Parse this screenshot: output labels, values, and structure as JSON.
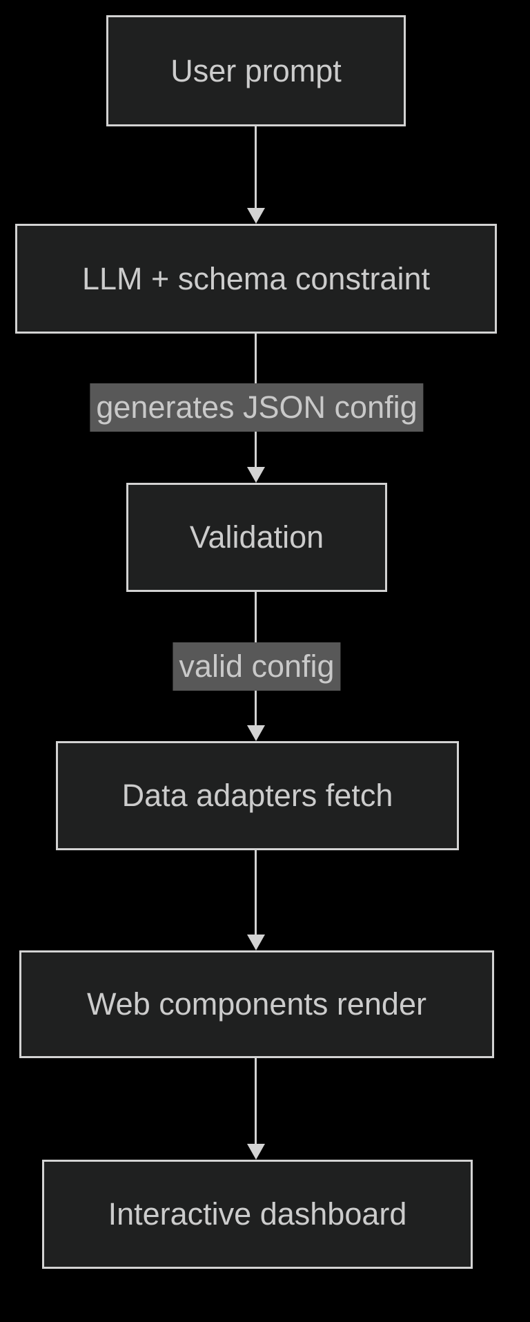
{
  "diagram": {
    "type": "flowchart",
    "direction": "top-down",
    "nodes": [
      {
        "id": "user-prompt",
        "label": "User prompt"
      },
      {
        "id": "llm-schema",
        "label": "LLM + schema constraint"
      },
      {
        "id": "validation",
        "label": "Validation"
      },
      {
        "id": "data-adapters",
        "label": "Data adapters fetch"
      },
      {
        "id": "web-components",
        "label": "Web components render"
      },
      {
        "id": "dashboard",
        "label": "Interactive dashboard"
      }
    ],
    "edges": [
      {
        "from": "user-prompt",
        "to": "llm-schema",
        "label": ""
      },
      {
        "from": "llm-schema",
        "to": "validation",
        "label": "generates JSON config"
      },
      {
        "from": "validation",
        "to": "data-adapters",
        "label": "valid config"
      },
      {
        "from": "data-adapters",
        "to": "web-components",
        "label": ""
      },
      {
        "from": "web-components",
        "to": "dashboard",
        "label": ""
      }
    ],
    "colors": {
      "background": "#000000",
      "node_fill": "#1f2020",
      "node_border": "#d3d3d3",
      "node_text": "#cccccc",
      "edge_line": "#d3d3d3",
      "edge_label_bg": "#585858",
      "edge_label_text": "#c9c9c9"
    }
  }
}
